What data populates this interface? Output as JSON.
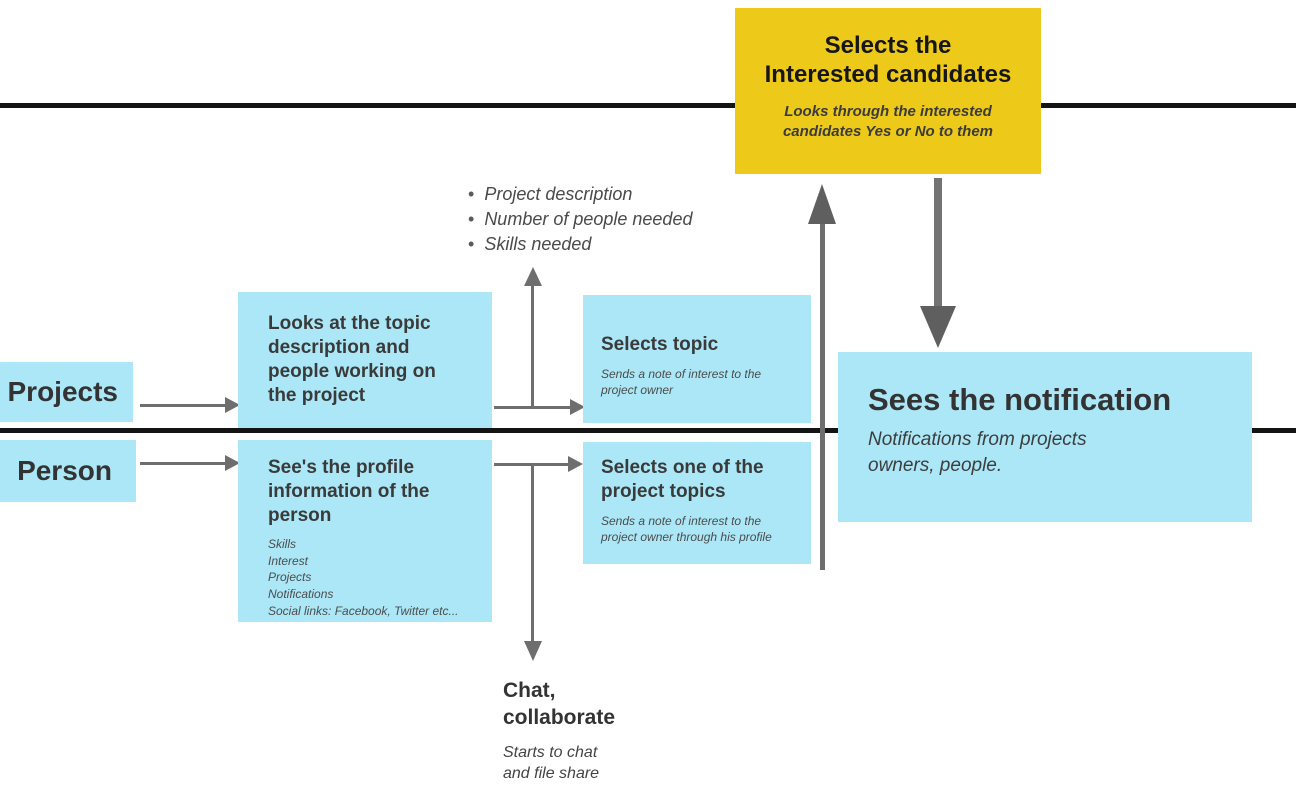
{
  "colors": {
    "box_blue": "#abe7f6",
    "box_yellow": "#edc919",
    "timeline_black": "#141414",
    "arrow_gray": "#6e6e6e"
  },
  "nodes": {
    "selects_candidates": {
      "title_lines": [
        "Selects the",
        "Interested candidates"
      ],
      "subtitle_lines": [
        "Looks through the interested",
        "candidates Yes or No to them"
      ]
    },
    "projects_lane": {
      "label": "Projects"
    },
    "person_lane": {
      "label": "Person"
    },
    "looks_topic": {
      "title": "Looks at the topic description and people working on the project"
    },
    "profile_info": {
      "title": "See's the profile information of the person",
      "details": [
        "Skills",
        "Interest",
        "Projects",
        "Notifications",
        "Social links: Facebook, Twitter etc..."
      ]
    },
    "selects_topic": {
      "title": "Selects topic",
      "subtitle": "Sends a note of interest to the project owner"
    },
    "selects_one": {
      "title": "Selects one of the project topics",
      "subtitle": "Sends a note of interest to the project owner through his profile"
    },
    "sees_notification": {
      "title": "Sees the notification",
      "subtitle": "Notifications from projects owners, people."
    },
    "chat": {
      "title": "Chat, collaborate",
      "subtitle": "Starts to chat and file share"
    }
  },
  "annotations": {
    "project_details": {
      "items": [
        "Project description",
        "Number of people needed",
        "Skills needed"
      ]
    }
  }
}
